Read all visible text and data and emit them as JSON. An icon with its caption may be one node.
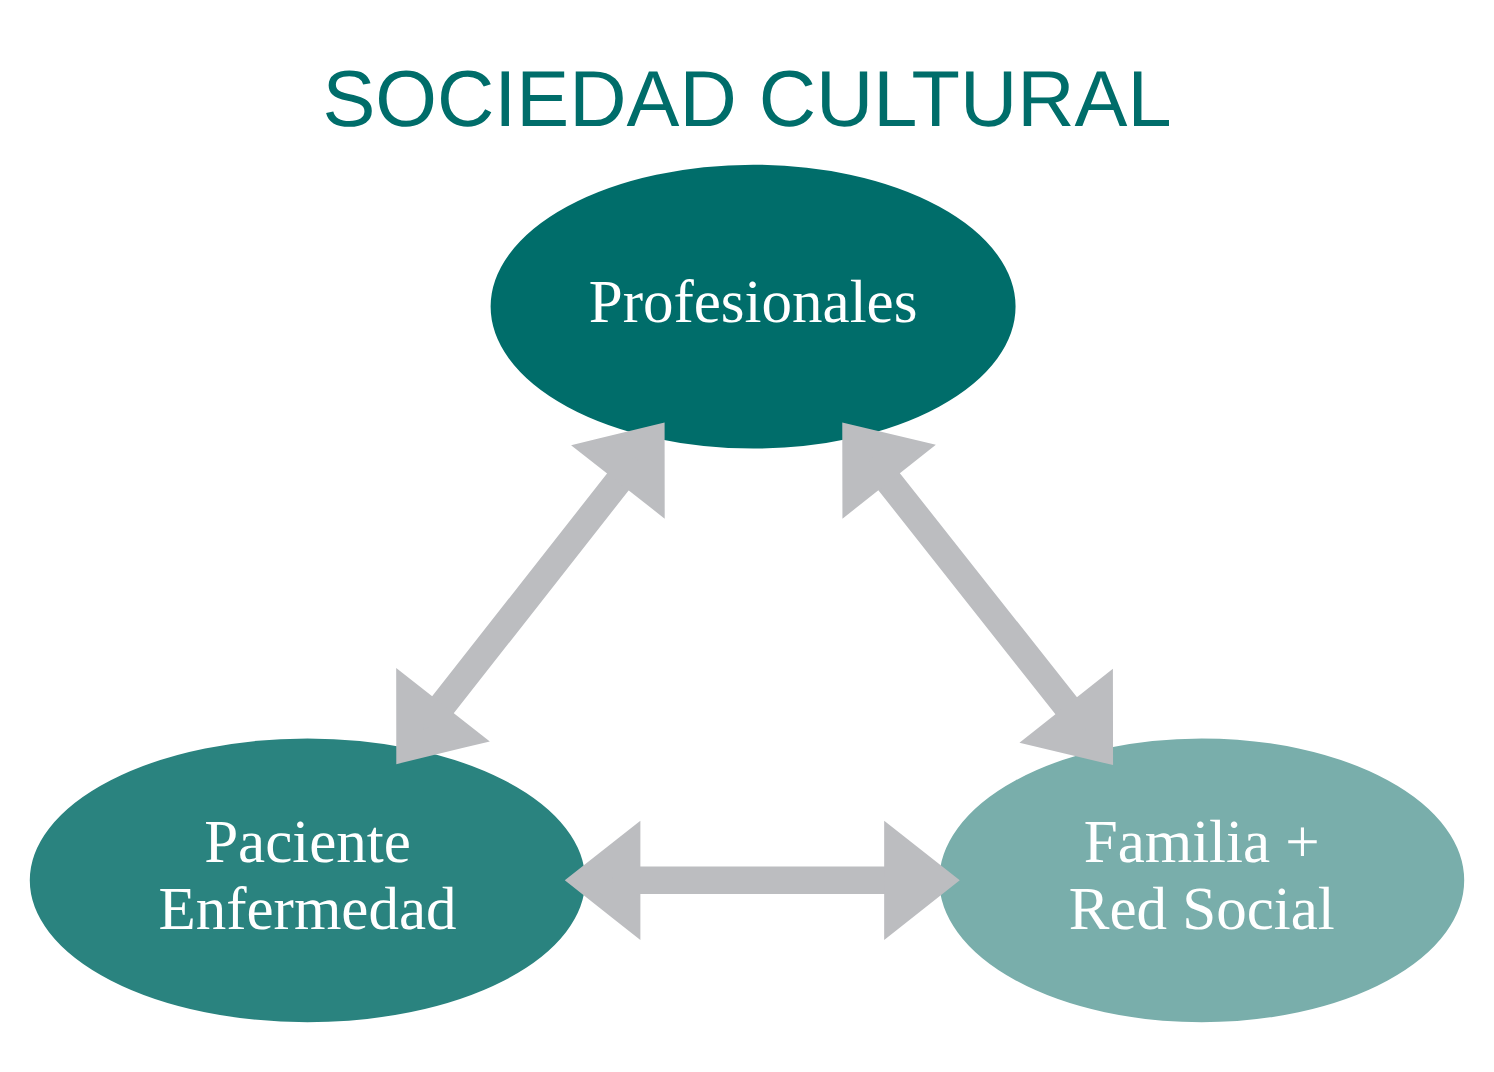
{
  "diagram": {
    "title": "SOCIEDAD CULTURAL",
    "nodes": [
      {
        "text": [
          "Profesionales"
        ]
      },
      {
        "text": [
          "Paciente Enfermedad"
        ]
      },
      {
        "text": [
          "Familia + Red Social"
        ]
      }
    ],
    "edges": [
      {
        "from": 0,
        "to": 1,
        "arrow": "both"
      },
      {
        "from": 0,
        "to": 2,
        "arrow": "both"
      },
      {
        "from": 1,
        "to": 2,
        "arrow": "both"
      }
    ]
  }
}
